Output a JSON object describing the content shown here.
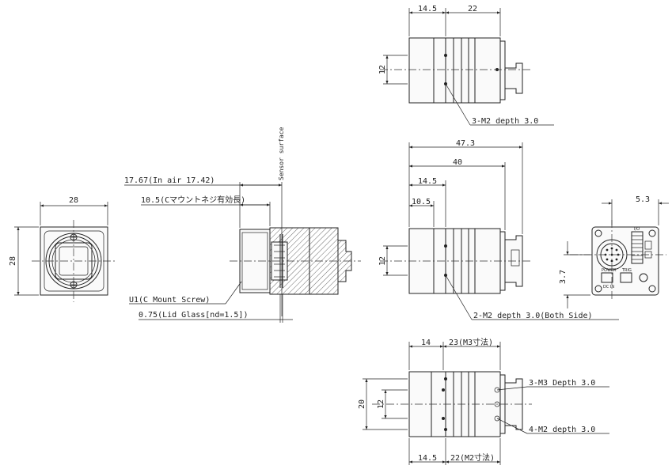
{
  "front_view": {
    "width": "28",
    "height": "28"
  },
  "side_section": {
    "flange_back": "17.67(In air 17.42)",
    "c_mount_depth": "10.5(Cマウントネジ有効長)",
    "sensor_surface": "Sensor surface",
    "c_mount_screw": "U1(C Mount Screw)",
    "lid_glass": "0.75(Lid Glass[nd=1.5])"
  },
  "top_view": {
    "dim_front": "14.5",
    "dim_rear": "22",
    "dim_height": "12",
    "hole_note": "3-M2 depth 3.0"
  },
  "side_view": {
    "overall": "47.3",
    "body_length": "40",
    "dim_14_5": "14.5",
    "dim_10_5": "10.5",
    "dim_height": "12",
    "hole_note": "2-M2 depth 3.0(Both Side)"
  },
  "bottom_view": {
    "dim_top_front": "14",
    "dim_top_rear": "23(M3寸法)",
    "dim_outer": "20",
    "dim_inner": "12",
    "note_m3": "3-M3 Depth 3.0",
    "note_m2": "4-M2 depth 3.0",
    "dim_bot_front": "14.5",
    "dim_bot_rear": "22(M2寸法)"
  },
  "rear_view": {
    "dim_top": "5.3",
    "dim_left": "3.7",
    "pcb_labels": [
      "POWER",
      "I/O",
      "TRIG",
      "DC IN"
    ]
  }
}
